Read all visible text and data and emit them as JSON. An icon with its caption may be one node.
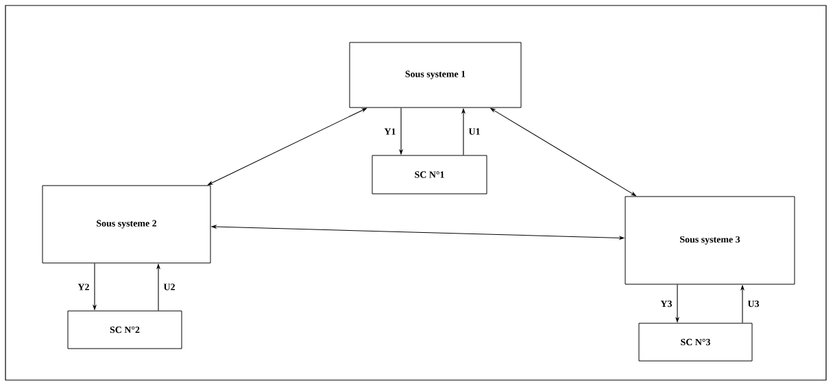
{
  "diagram": {
    "nodes": [
      {
        "text": [
          "Sous systeme 1"
        ]
      },
      {
        "text": [
          "SC N°1"
        ]
      },
      {
        "text": [
          "Sous systeme 2"
        ]
      },
      {
        "text": [
          "SC N°2"
        ]
      },
      {
        "text": [
          "Sous systeme 3"
        ]
      },
      {
        "text": [
          "SC N°3"
        ]
      }
    ],
    "edges": [
      {
        "from": 0,
        "to": 1,
        "arrow": "to",
        "label": "Y1"
      },
      {
        "from": 1,
        "to": 0,
        "arrow": "to",
        "label": "U1"
      },
      {
        "from": 0,
        "to": 2,
        "arrow": "both"
      },
      {
        "from": 2,
        "to": 4,
        "arrow": "both"
      },
      {
        "from": 0,
        "to": 4,
        "arrow": "both"
      },
      {
        "from": 2,
        "to": 3,
        "arrow": "to",
        "label": "Y2"
      },
      {
        "from": 3,
        "to": 2,
        "arrow": "to",
        "label": "U2"
      },
      {
        "from": 4,
        "to": 5,
        "arrow": "to",
        "label": "Y3"
      },
      {
        "from": 5,
        "to": 4,
        "arrow": "to",
        "label": "U3"
      }
    ]
  }
}
